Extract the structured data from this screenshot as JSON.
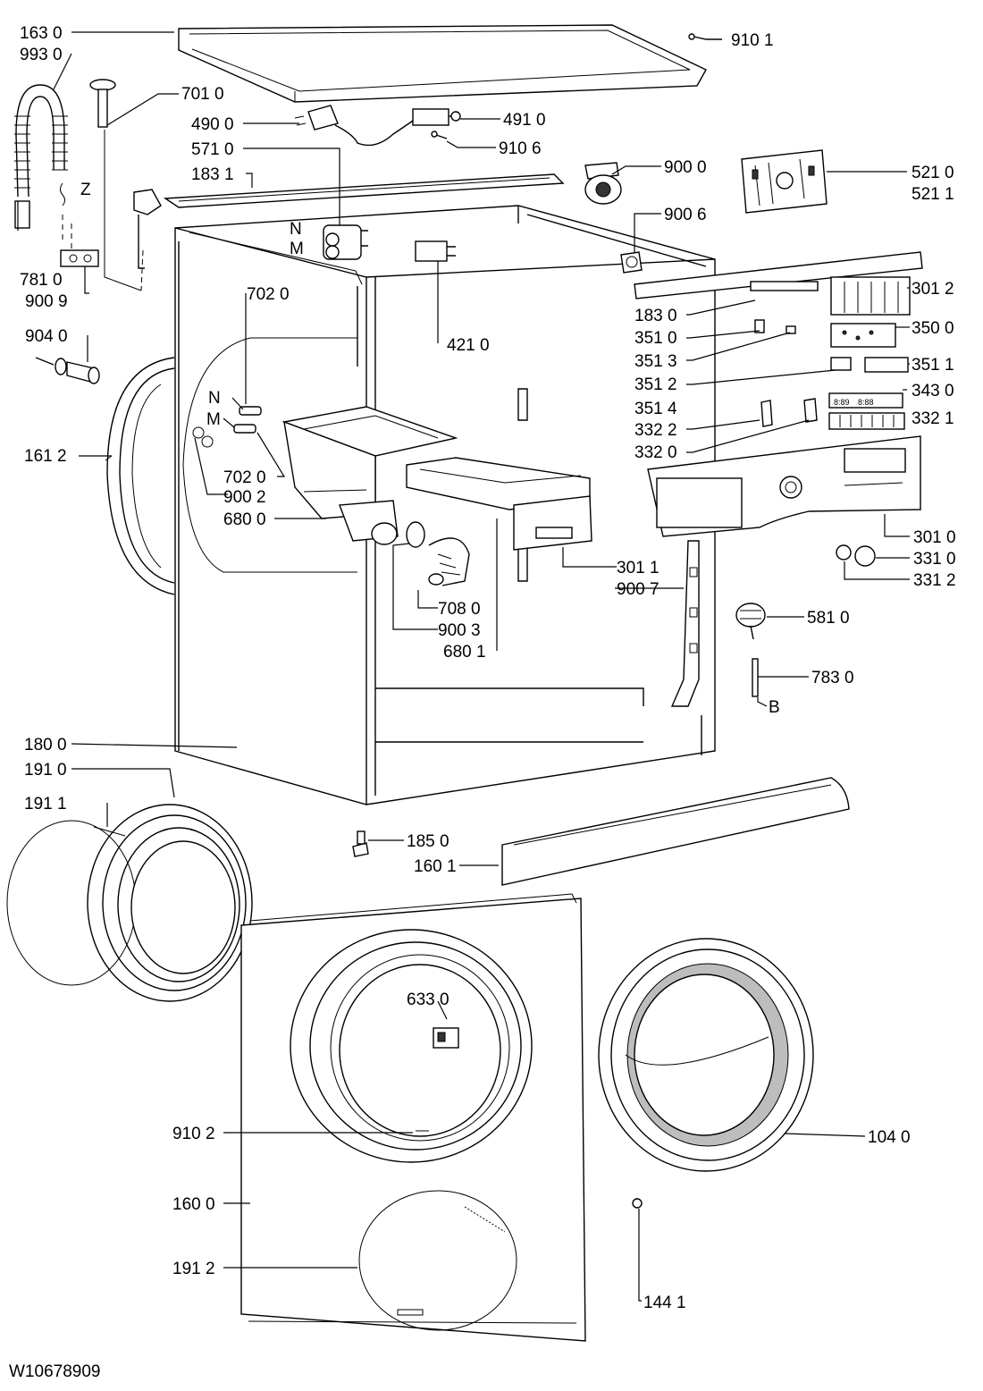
{
  "labels": {
    "l163_0": "163 0",
    "l993_0": "993 0",
    "l701_0": "701 0",
    "l490_0": "490 0",
    "l491_0": "491 0",
    "l571_0": "571 0",
    "l910_6": "910 6",
    "l183_1": "183 1",
    "l910_1": "910 1",
    "l900_0": "900 0",
    "l521_0": "521 0",
    "l521_1": "521 1",
    "l900_6": "900 6",
    "lZ": "Z",
    "lN_top": "N",
    "lM_top": "M",
    "l781_0": "781 0",
    "l900_9": "900 9",
    "l702_0_top": "702 0",
    "l904_0": "904 0",
    "l421_0": "421 0",
    "l301_2": "301 2",
    "l183_0": "183 0",
    "l350_0": "350 0",
    "l351_0": "351 0",
    "l351_3": "351 3",
    "l351_1": "351 1",
    "l351_2": "351 2",
    "l343_0": "343 0",
    "l351_4": "351 4",
    "l332_1": "332 1",
    "l332_2": "332 2",
    "l332_0": "332 0",
    "lN_mid": "N",
    "lM_mid": "M",
    "l161_2": "161 2",
    "l702_0_bottom": "702 0",
    "l900_2": "900 2",
    "l680_0": "680 0",
    "l301_0": "301 0",
    "l331_0": "331 0",
    "l301_1": "301 1",
    "l331_2": "331 2",
    "l900_7": "900 7",
    "l708_0": "708 0",
    "l581_0": "581 0",
    "l900_3": "900 3",
    "l680_1": "680 1",
    "l783_0": "783 0",
    "lB": "B",
    "l180_0": "180 0",
    "l191_0": "191 0",
    "l191_1": "191 1",
    "l185_0": "185 0",
    "l160_1": "160 1",
    "l633_0": "633 0",
    "l910_2": "910 2",
    "l104_0": "104 0",
    "l160_0": "160 0",
    "l191_2": "191 2",
    "l144_1": "144 1",
    "docid": "W10678909"
  },
  "display_codes": [
    "8:89",
    "8:88"
  ],
  "colors": {
    "ink": "#000000",
    "background": "#ffffff",
    "shade": "#bdbdbd"
  }
}
